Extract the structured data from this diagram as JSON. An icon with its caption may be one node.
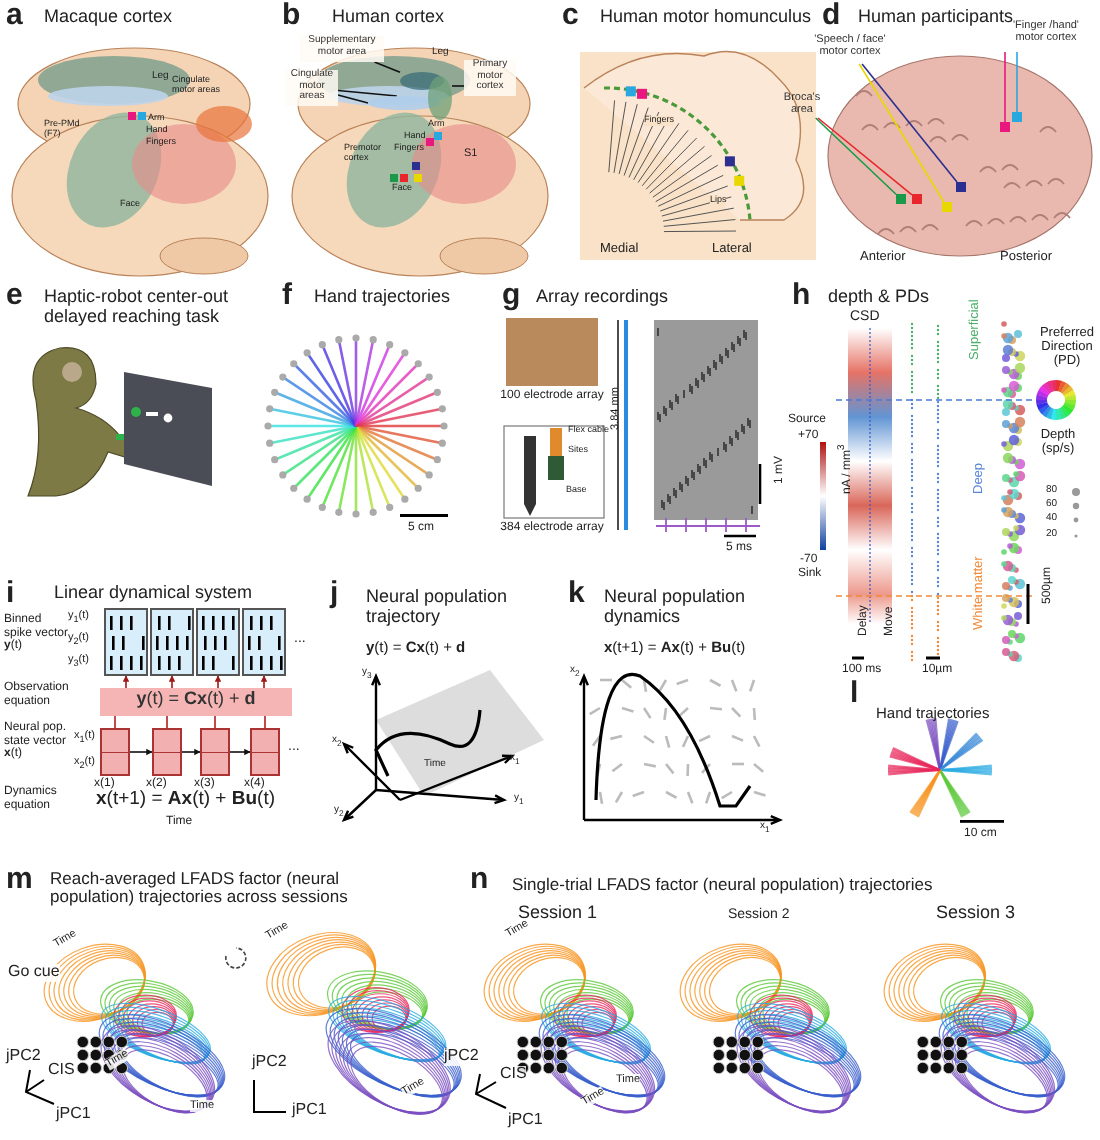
{
  "diagram": {
    "nodes": [
      {
        "text": [
          "Supplementary motor area"
        ]
      },
      {
        "text": [
          "Cingulate motor areas"
        ]
      },
      {
        "text": [
          "Primary motor cortex"
        ]
      },
      {
        "text": [
          "'Speech / face' motor cortex"
        ]
      },
      {
        "text": [
          "Broca's area"
        ]
      },
      {
        "text": [
          "'Finger /hand' motor cortex"
        ]
      },
      {
        "text": [],
        "shape": "box"
      },
      {
        "text": [],
        "shape": "box"
      },
      {
        "text": [],
        "shape": "box"
      },
      {
        "text": [],
        "shape": "box"
      },
      {
        "text": [],
        "shape": "box"
      },
      {
        "text": [],
        "shape": "box"
      },
      {
        "text": [],
        "shape": "box"
      },
      {
        "text": [],
        "shape": "box"
      },
      {
        "text": [],
        "shape": "box"
      },
      {
        "text": [],
        "shape": "box",
        "beside": [
          "..."
        ]
      },
      {
        "text": [
          "**y**(t) = **Cx**(t) + **d**"
        ]
      },
      {
        "text": [],
        "shape": "box",
        "beside": [
          "x(1)"
        ]
      },
      {
        "text": [],
        "shape": "box",
        "beside": [
          "x(2)"
        ]
      },
      {
        "text": [],
        "shape": "box",
        "beside": [
          "x(3)"
        ]
      },
      {
        "text": [],
        "shape": "box",
        "beside": [
          "x(4)",
          "..."
        ]
      },
      {
        "text": [],
        "shape": "ellipse"
      },
      {
        "text": [],
        "shape": "ellipse"
      },
      {
        "text": [],
        "shape": "ellipse"
      }
    ],
    "edges": [
      {
        "from": 0,
        "to": 21,
        "arrow": "none"
      },
      {
        "from": 1,
        "to": 22,
        "arrow": "none"
      },
      {
        "from": 1,
        "to": 22,
        "arrow": "none"
      },
      {
        "from": 2,
        "to": 23,
        "arrow": "none"
      },
      {
        "from": 3,
        "to": 9,
        "arrow": "none",
        "color": "#2b2f8f"
      },
      {
        "from": 3,
        "to": 8,
        "arrow": "none",
        "color": "#e8d800"
      },
      {
        "from": 4,
        "to": 6,
        "arrow": "none",
        "color": "#1a9a48"
      },
      {
        "from": 4,
        "to": 7,
        "arrow": "none",
        "color": "#e8262b"
      },
      {
        "from": 5,
        "to": 10,
        "arrow": "none",
        "color": "#e8187f"
      },
      {
        "from": 5,
        "to": 11,
        "arrow": "none",
        "color": "#29a8e0"
      },
      {
        "from": 16,
        "to": 12,
        "arrow": "to",
        "color": "#a01818"
      },
      {
        "from": 16,
        "to": 13,
        "arrow": "to",
        "color": "#a01818"
      },
      {
        "from": 16,
        "to": 14,
        "arrow": "to",
        "color": "#a01818"
      },
      {
        "from": 16,
        "to": 15,
        "arrow": "to",
        "color": "#a01818"
      },
      {
        "from": 17,
        "to": 16,
        "arrow": "none",
        "color": "#b02020"
      },
      {
        "from": 18,
        "to": 16,
        "arrow": "none",
        "color": "#b02020"
      },
      {
        "from": 19,
        "to": 16,
        "arrow": "none",
        "color": "#b02020"
      },
      {
        "from": 20,
        "to": 16,
        "arrow": "none",
        "color": "#b02020"
      },
      {
        "from": 17,
        "to": 18,
        "arrow": "to"
      },
      {
        "from": 18,
        "to": 19,
        "arrow": "to"
      },
      {
        "from": 19,
        "to": 20,
        "arrow": "to"
      }
    ],
    "labels": [
      "a",
      "Macaque cortex",
      "b",
      "Human cortex",
      "c",
      "Human motor homunculus",
      "d",
      "Human participants",
      "Leg",
      "Arm",
      "Hand",
      "Fingers",
      "Face",
      "Pre-PMd (F7)",
      "Cingulate motor areas",
      "Leg",
      "Arm",
      "Hand",
      "Fingers",
      "Premotor cortex",
      "Face",
      "S1",
      "Fingers",
      "Lips",
      "Medial",
      "Lateral",
      "Anterior",
      "Posterior",
      "e",
      "Haptic-robot center-out delayed reaching task",
      "f",
      "Hand trajectories",
      "g",
      "Array recordings",
      "h",
      "depth & PDs",
      "5 cm",
      "100 electrode array",
      "Flex cable",
      "Sites",
      "Base",
      "384 electrode array",
      "3.84 mm",
      "1 mV",
      "5 ms",
      "CSD",
      "Source",
      "+70",
      "nA / mm$^{3}$",
      "-70",
      "Sink",
      "Delay",
      "Move",
      "100 ms",
      "Superficial",
      "Deep",
      "White matter",
      "10µm",
      "Preferred Direction (PD)",
      "Depth (sp/s)",
      "80",
      "60",
      "40",
      "20",
      "500µm",
      "i",
      "Linear dynamical system",
      "Binned spike vector **y**(t)",
      "y$_{1}$(t)",
      "y$_{2}$(t)",
      "y$_{3}$(t)",
      "Observation equation",
      "Neural pop. state vector **x**(t)",
      "x$_{1}$(t)",
      "x$_{2}$(t)",
      "Dynamics equation",
      "**x**(t+1) = **Ax**(t) + **Bu**(t)",
      "Time",
      "j",
      "Neural population trajectory",
      "**y**(t) = **Cx**(t) + **d**",
      "y$_{3}$",
      "x$_{2}$",
      "x$_{1}$",
      "y$_{2}$",
      "y$_{1}$",
      "Time",
      "k",
      "Neural population dynamics",
      "**x**(t+1) = **Ax**(t) + **Bu**(t)",
      "x$_{2}$",
      "x$_{1}$",
      "l",
      "Hand trajectories",
      "10 cm",
      "m",
      "Reach-averaged LFADS factor (neural population) trajectories across sessions",
      "Time",
      "Go cue",
      "Time",
      "Time",
      "jPC2",
      "CIS",
      "jPC1",
      "Time",
      "jPC2",
      "jPC1",
      "Time",
      "n",
      "Single-trial LFADS factor (neural population) trajectories",
      "Session 1",
      "Session 2",
      "Session 3",
      "Time",
      "Time",
      "Time",
      "jPC2",
      "CIS",
      "jPC1"
    ]
  }
}
